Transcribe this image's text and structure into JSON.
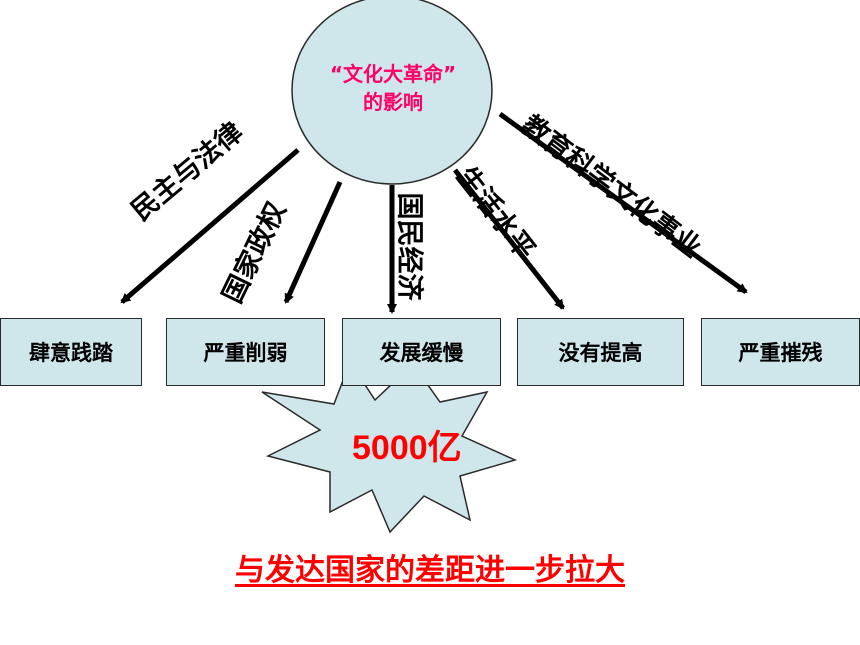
{
  "center": {
    "line1": "“文化大革命”",
    "line2": "的影响"
  },
  "branches": [
    {
      "label": "民主与法律",
      "result": "肆意践踏"
    },
    {
      "label": "国家政权",
      "result": "严重削弱"
    },
    {
      "label": "国民经济",
      "result": "发展缓慢"
    },
    {
      "label": "生活水平",
      "result": "没有提高"
    },
    {
      "label": "教育科学文化事业",
      "result": "严重摧残"
    }
  ],
  "burst_label": "5000亿",
  "conclusion": "与发达国家的差距进一步拉大",
  "colors": {
    "center_fill": "#cfe6ea",
    "center_text": "#ff0066",
    "box_fill": "#cfe6ea",
    "burst_fill": "#cfe6ea",
    "accent_red": "#ff0000",
    "arrow": "#000000"
  }
}
